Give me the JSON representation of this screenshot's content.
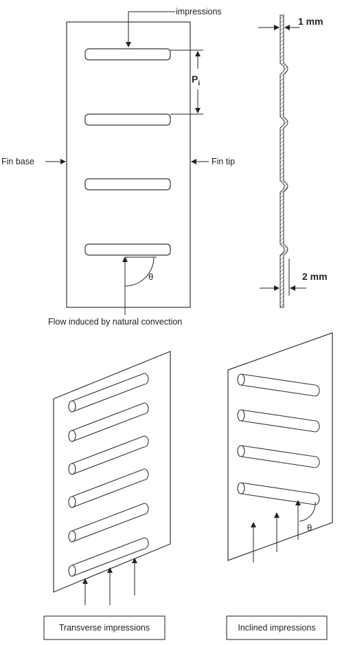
{
  "labels": {
    "impressions": "impressions",
    "pitch": "P",
    "pitch_subscript": "i",
    "fin_base": "Fin base",
    "fin_tip": "Fin tip",
    "theta_top": "θ",
    "thickness_top": "1 mm",
    "thickness_bottom": "2 mm",
    "flow": "Flow induced by natural convection",
    "theta_bottom": "θ"
  },
  "captions": {
    "transverse": "Transverse impressions",
    "inclined": "Inclined impressions"
  }
}
